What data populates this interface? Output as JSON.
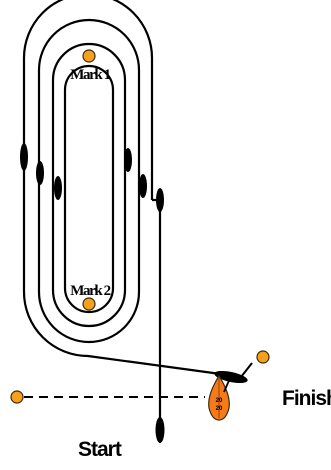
{
  "labels": {
    "mark1": "Mark 1",
    "mark2": "Mark 2",
    "finish": "Finish",
    "start": "Start"
  },
  "boat": {
    "sail_number_top": "20",
    "sail_number_bottom": "20"
  },
  "colors": {
    "mark_fill": "#f7a01c",
    "mark_stroke": "#3a2a10",
    "boat_fill": "#f47a1a",
    "line": "#000000",
    "background": "#ffffff"
  }
}
